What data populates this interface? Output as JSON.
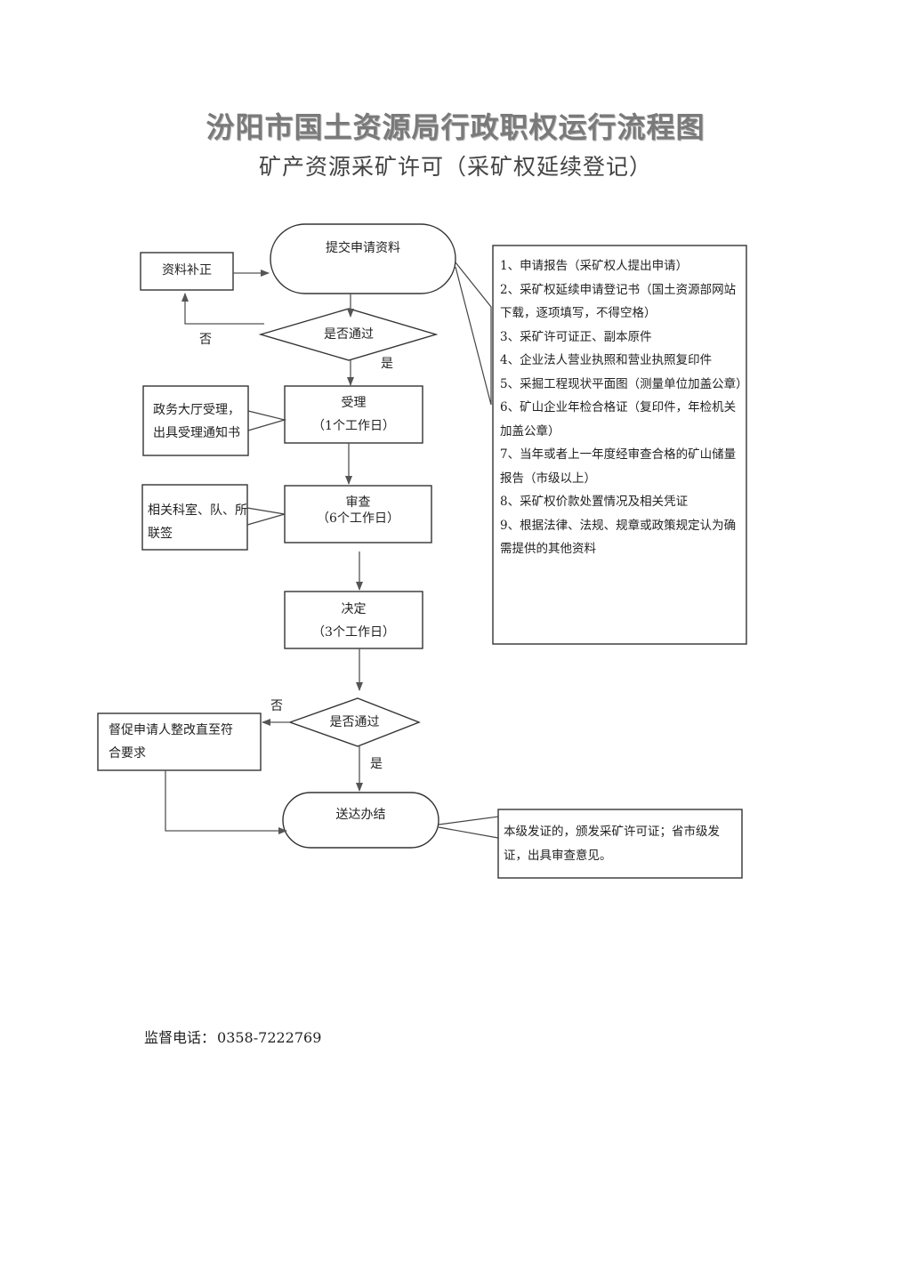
{
  "header": {
    "title": "汾阳市国土资源局行政职权运行流程图",
    "subtitle": "矿产资源采矿许可（采矿权延续登记）"
  },
  "flow": {
    "submit": "提交申请资料",
    "supplement": "资料补正",
    "decision1": "是否通过",
    "no1": "否",
    "yes1": "是",
    "accept": {
      "title": "受理",
      "days": "（1个工作日）"
    },
    "accept_note": {
      "line1": "政务大厅受理，",
      "line2": "出具受理通知书"
    },
    "review": {
      "title": "审查",
      "days": "（6个工作日）"
    },
    "review_note": {
      "line1": "相关科室、队、所",
      "line2": "联签"
    },
    "decide": {
      "title": "决定",
      "days": "（3个工作日）"
    },
    "decision2": "是否通过",
    "no2": "否",
    "yes2": "是",
    "rectify": {
      "line1": "督促申请人整改直至符",
      "line2": "合要求"
    },
    "deliver": "送达办结",
    "deliver_note": "本级发证的，颁发采矿许可证；省市级发证，出具审查意见。"
  },
  "requirements": [
    "1、申请报告（采矿权人提出申请）",
    "2、采矿权延续申请登记书（国土资源部网站下载，逐项填写，不得空格）",
    "3、采矿许可证正、副本原件",
    "4、企业法人营业执照和营业执照复印件",
    "5、采掘工程现状平面图（测量单位加盖公章）",
    "6、矿山企业年检合格证（复印件，年检机关加盖公章）",
    "7、当年或者上一年度经审查合格的矿山储量报告（市级以上）",
    "8、采矿权价款处置情况及相关凭证",
    "9、根据法律、法规、规章或政策规定认为确需提供的其他资料"
  ],
  "footer": {
    "phone_label": "监督电话：",
    "phone_number": "0358-7222769"
  }
}
